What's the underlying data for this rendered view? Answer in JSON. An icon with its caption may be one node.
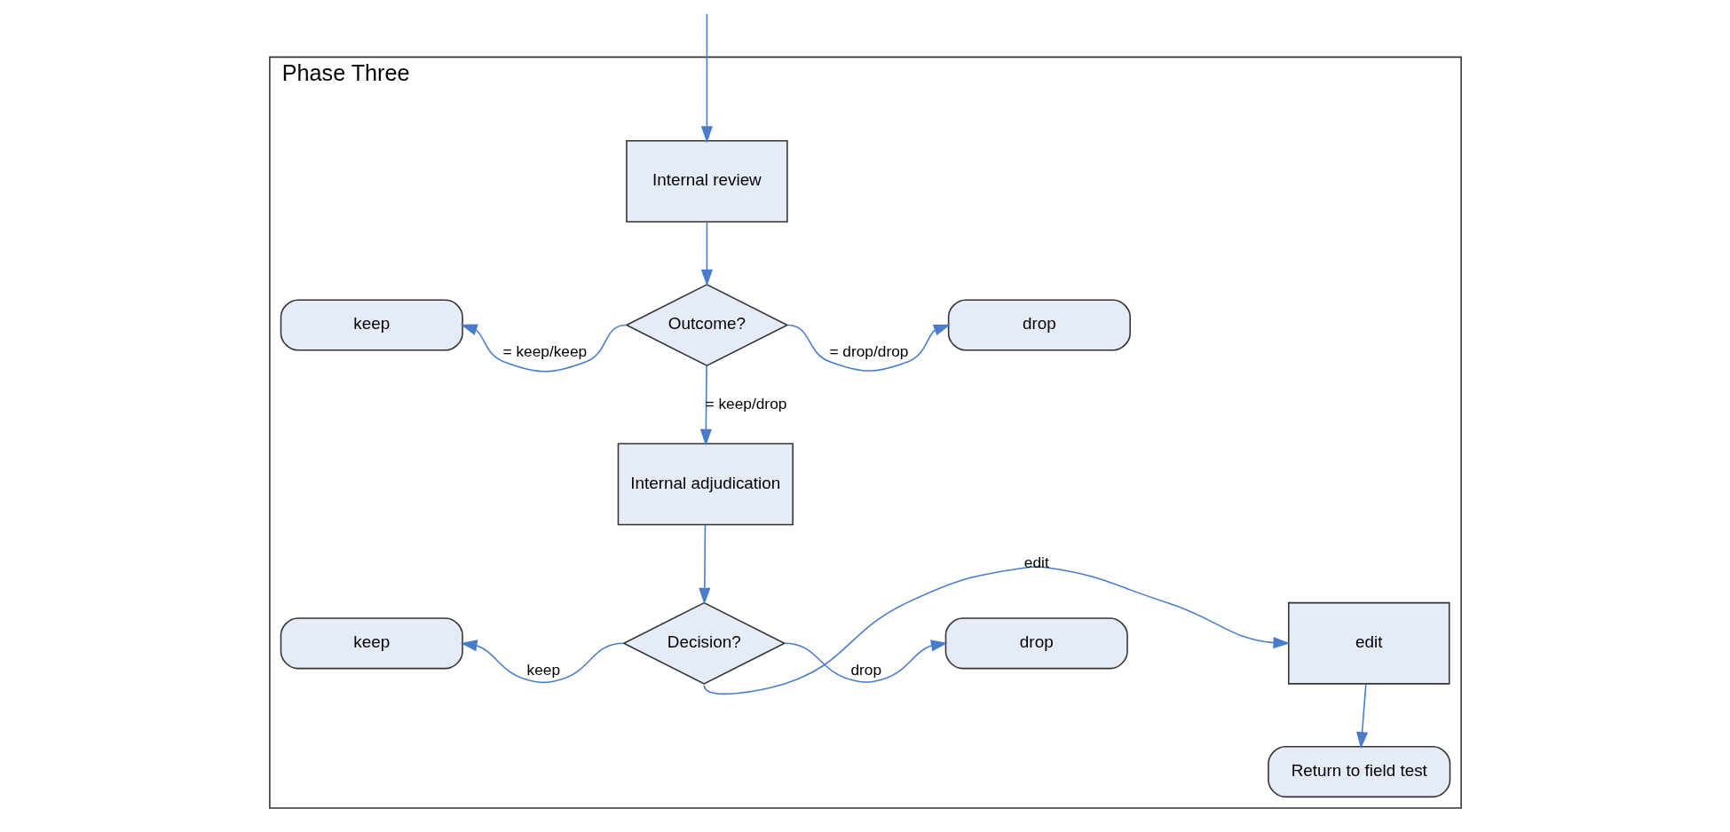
{
  "diagram": {
    "nodes": [
      {
        "text": [
          "Phase Three"
        ]
      },
      {
        "text": [
          "Internal review"
        ],
        "in": 0
      },
      {
        "text": [
          "Outcome?"
        ],
        "in": 0
      },
      {
        "text": [
          "keep"
        ],
        "in": 0
      },
      {
        "text": [
          "drop"
        ],
        "in": 0
      },
      {
        "text": [
          "Internal adjudication"
        ],
        "in": 0
      },
      {
        "text": [
          "Decision?"
        ],
        "in": 0
      },
      {
        "text": [
          "keep"
        ],
        "in": 0
      },
      {
        "text": [
          "drop"
        ],
        "in": 0
      },
      {
        "text": [
          "edit"
        ],
        "in": 0
      },
      {
        "text": [
          "Return to field test"
        ],
        "in": 0
      }
    ],
    "edges": [
      {
        "from": null,
        "to": 1,
        "arrow": "to"
      },
      {
        "from": 1,
        "to": 2,
        "arrow": "to"
      },
      {
        "from": 2,
        "to": 3,
        "arrow": "to",
        "label": "= keep/keep"
      },
      {
        "from": 2,
        "to": 4,
        "arrow": "to",
        "label": "= drop/drop"
      },
      {
        "from": 2,
        "to": 5,
        "arrow": "to",
        "label": "= keep/drop"
      },
      {
        "from": 5,
        "to": 6,
        "arrow": "to"
      },
      {
        "from": 6,
        "to": 7,
        "arrow": "to",
        "label": "keep"
      },
      {
        "from": 6,
        "to": 8,
        "arrow": "to",
        "label": "drop"
      },
      {
        "from": 6,
        "to": 9,
        "arrow": "to",
        "label": "edit"
      },
      {
        "from": 9,
        "to": 10,
        "arrow": "to"
      }
    ]
  }
}
